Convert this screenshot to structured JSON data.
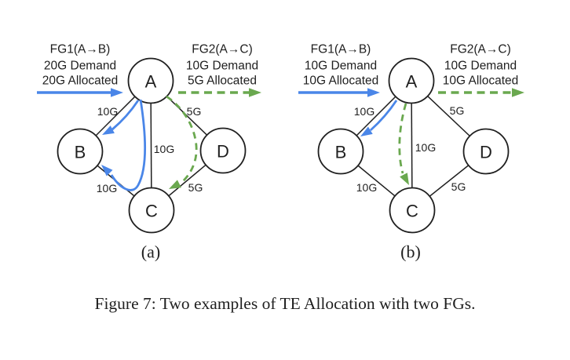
{
  "figure": {
    "caption": "Figure 7: Two examples of TE Allocation with two FGs.",
    "colors": {
      "fg1_blue": "#4a86e8",
      "fg2_green": "#6aa84f",
      "network_black": "#1f1f1f"
    },
    "diagrams": [
      {
        "label": "(a)",
        "fg1": {
          "name": "FG1(A→B)",
          "demand": "20G Demand",
          "allocated": "20G Allocated",
          "paths": [
            "A→B",
            "A→C→B"
          ]
        },
        "fg2": {
          "name": "FG2(A→C)",
          "demand": "10G Demand",
          "allocated": "5G Allocated",
          "paths": [
            "A→D→C"
          ]
        },
        "nodes": {
          "A": "A",
          "B": "B",
          "C": "C",
          "D": "D"
        },
        "edge_capacities": {
          "A-B": "10G",
          "A-D": "5G",
          "A-C": "10G",
          "B-C": "10G",
          "C-D": "5G"
        }
      },
      {
        "label": "(b)",
        "fg1": {
          "name": "FG1(A→B)",
          "demand": "10G Demand",
          "allocated": "10G Allocated",
          "paths": [
            "A→B"
          ]
        },
        "fg2": {
          "name": "FG2(A→C)",
          "demand": "10G Demand",
          "allocated": "10G Allocated",
          "paths": [
            "A→C"
          ]
        },
        "nodes": {
          "A": "A",
          "B": "B",
          "C": "C",
          "D": "D"
        },
        "edge_capacities": {
          "A-B": "10G",
          "A-D": "5G",
          "A-C": "10G",
          "B-C": "10G",
          "C-D": "5G"
        }
      }
    ]
  }
}
